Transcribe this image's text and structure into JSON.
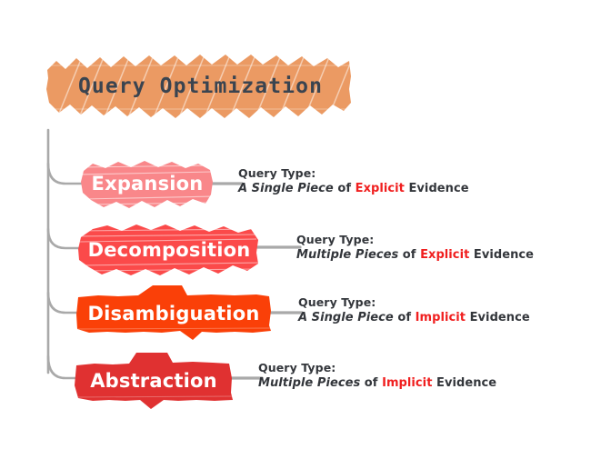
{
  "diagram": {
    "title": "Query Optimization",
    "title_banner_color": "#eb9a63",
    "title_text_color": "#3a4450",
    "connector_color": "#a9a9a9",
    "background": "#ffffff",
    "annotation_label": "Query Type:",
    "branches": [
      {
        "name": "expansion",
        "label": "Expansion",
        "color": "#f9878a",
        "query_type_heading": "Query Type:",
        "quantity": "A Single Piece",
        "of": " of ",
        "evidence_kind": "Explicit",
        "evidence_word": " Evidence"
      },
      {
        "name": "decomposition",
        "label": "Decomposition",
        "color": "#fb4a4a",
        "query_type_heading": "Query Type:",
        "quantity": "Multiple Pieces",
        "of": " of ",
        "evidence_kind": "Explicit",
        "evidence_word": " Evidence"
      },
      {
        "name": "disambiguation",
        "label": "Disambiguation",
        "color": "#fa4008",
        "query_type_heading": "Query Type:",
        "quantity": "A Single Piece",
        "of": " of ",
        "evidence_kind": "Implicit",
        "evidence_word": " Evidence"
      },
      {
        "name": "abstraction",
        "label": "Abstraction",
        "color": "#e03131",
        "query_type_heading": "Query Type:",
        "quantity": "Multiple Pieces",
        "of": " of ",
        "evidence_kind": "Implicit",
        "evidence_word": " Evidence"
      }
    ]
  }
}
